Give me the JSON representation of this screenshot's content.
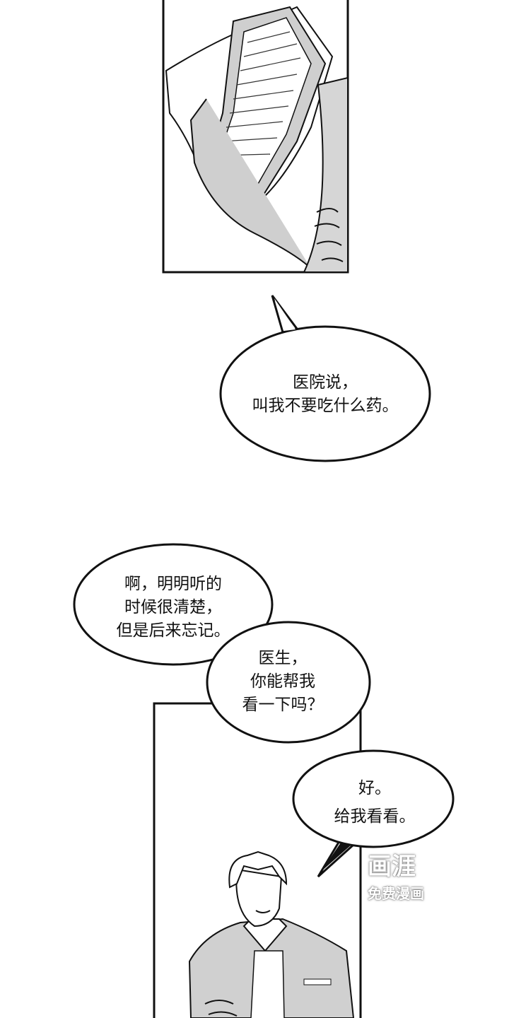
{
  "bubbles": [
    {
      "lines": [
        "医院说，",
        "叫我不要吃什么药。"
      ]
    },
    {
      "lines": [
        "啊，明明听的",
        "时候很清楚，",
        "但是后来忘记。"
      ]
    },
    {
      "lines": [
        "医生，",
        "你能帮我",
        "看一下吗？"
      ]
    },
    {
      "lines": [
        "好。",
        "给我看看。"
      ]
    }
  ],
  "watermark": {
    "logo": "画涯",
    "tagline": "免费漫画"
  }
}
